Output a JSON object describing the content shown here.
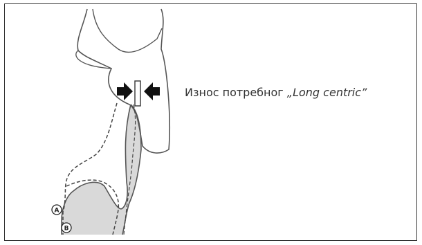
{
  "caption": {
    "prefix": "Износ потребног ",
    "emphasis": "„Long centric”"
  },
  "markers": {
    "a": "A",
    "b": "B"
  }
}
